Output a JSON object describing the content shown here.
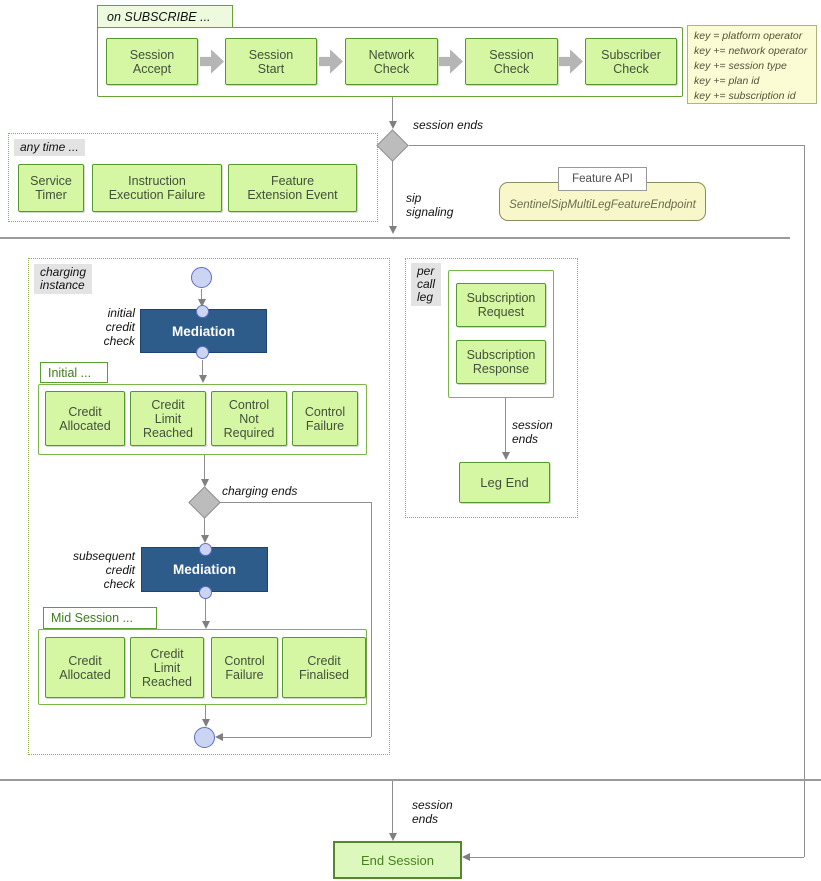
{
  "subscribe": {
    "tab_label": "on SUBSCRIBE ...",
    "steps": [
      {
        "label": "Session\nAccept"
      },
      {
        "label": "Session\nStart"
      },
      {
        "label": "Network\nCheck"
      },
      {
        "label": "Session\nCheck"
      },
      {
        "label": "Subscriber\nCheck"
      }
    ]
  },
  "key_box": {
    "lines": [
      "key = platform operator",
      "key += network operator",
      "key += session type",
      "key += plan id",
      "key += subscription id"
    ]
  },
  "flow_labels": {
    "session_ends_top": "session ends",
    "sip_signaling": "sip\nsignaling",
    "charging_ends": "charging ends",
    "initial_credit_check": "initial\ncredit\ncheck",
    "subsequent_credit_check": "subsequent\ncredit\ncheck",
    "leg_session_ends": "session\nends",
    "bottom_session_ends": "session\nends"
  },
  "any_time": {
    "label": "any time ...",
    "events": [
      {
        "label": "Service\nTimer"
      },
      {
        "label": "Instruction\nExecution Failure"
      },
      {
        "label": "Feature\nExtension Event"
      }
    ]
  },
  "feature_api": {
    "title": "Feature API",
    "endpoint": "SentinelSipMultiLegFeatureEndpoint"
  },
  "charging": {
    "label": "charging\ninstance",
    "mediation_initial": "Mediation",
    "mediation_subsequent": "Mediation",
    "initial_group": {
      "label": "Initial ...",
      "events": [
        {
          "label": "Credit\nAllocated"
        },
        {
          "label": "Credit\nLimit\nReached"
        },
        {
          "label": "Control\nNot\nRequired"
        },
        {
          "label": "Control\nFailure"
        }
      ]
    },
    "mid_group": {
      "label": "Mid Session ...",
      "events": [
        {
          "label": "Credit\nAllocated"
        },
        {
          "label": "Credit\nLimit\nReached"
        },
        {
          "label": "Control\nFailure"
        },
        {
          "label": "Credit\nFinalised"
        }
      ]
    }
  },
  "per_call_leg": {
    "label": "per\ncall\nleg",
    "subscription_request": "Subscription\nRequest",
    "subscription_response": "Subscription\nResponse",
    "leg_end": "Leg End"
  },
  "end_session": {
    "label": "End Session"
  },
  "colors": {
    "node_fill": "#d5f7a4",
    "node_border": "#55982e",
    "mediation_fill": "#2e5c8a",
    "key_fill": "#fcfcd4",
    "endpoint_fill": "#f7f7c9",
    "diamond_fill": "#bcbcbc",
    "state_circle_fill": "#ccd4f4",
    "state_circle_border": "#5c6fc4",
    "connector": "#8f8f8f"
  }
}
